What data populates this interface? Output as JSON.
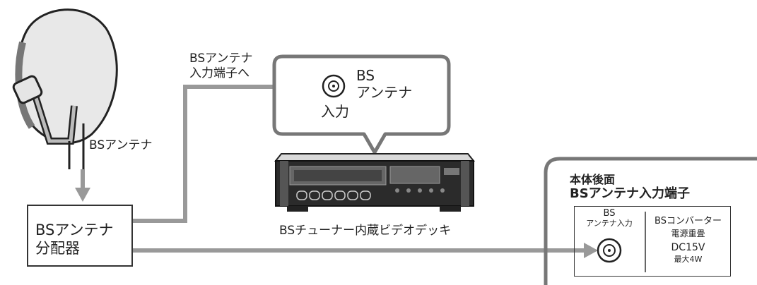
{
  "antenna": {
    "label": "BSアンテナ"
  },
  "splitter": {
    "line1": "BSアンテナ",
    "line2": "分配器"
  },
  "route_label": {
    "line1": "BSアンテナ",
    "line2": "入力端子へ"
  },
  "callout": {
    "port_line1": "BS",
    "port_line2": "アンテナ",
    "port_line3": "入力"
  },
  "vcr": {
    "label": "BSチューナー内蔵ビデオデッキ"
  },
  "rear_panel": {
    "title_line1": "本体後面",
    "title_line2": "BSアンテナ入力端子",
    "port_label_line1": "BS",
    "port_label_line2": "アンテナ入力",
    "converter_line1": "BSコンバーター",
    "converter_line2": "電源重畳",
    "converter_line3": "DC15V",
    "converter_line4": "最大4W"
  }
}
